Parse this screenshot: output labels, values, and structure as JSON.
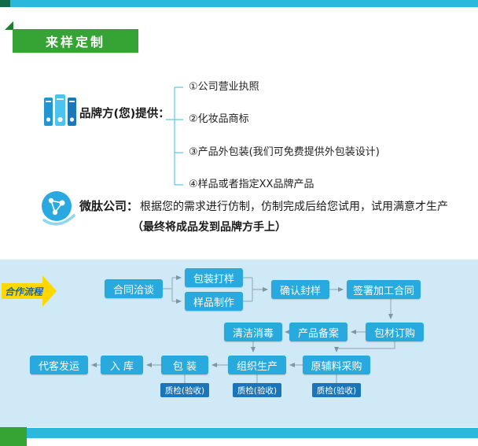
{
  "banner": {
    "title": "来样定制"
  },
  "provide": {
    "label": "品牌方(您)提供：",
    "items": [
      "①公司营业执照",
      "②化妆品商标",
      "③产品外包装(我们可免费提供外包装设计)",
      "④样品或者指定XX品牌产品"
    ]
  },
  "company": {
    "label": "微肽公司：",
    "description": "根据您的需求进行仿制，仿制完成后给您试用，试用满意才生产",
    "note": "（最终将成品发到品牌方手上）"
  },
  "flow": {
    "tag": "合作流程",
    "nodes": [
      "合同洽谈",
      "包装打样",
      "样品制作",
      "确认封样",
      "签署加工合同",
      "包材订购",
      "产品备案",
      "清洁消毒",
      "原辅料采购",
      "组织生产",
      "包 装",
      "入 库",
      "代客发运"
    ],
    "qc_label": "质检(验收)",
    "colors": {
      "node_blue": "#29aadf",
      "qc_blue": "#1b75bb",
      "band_blue": "#cfe9f6",
      "accent_green": "#36a335",
      "accent_cyan": "#2ab9dd",
      "tag_yellow": "#ffd800"
    }
  }
}
